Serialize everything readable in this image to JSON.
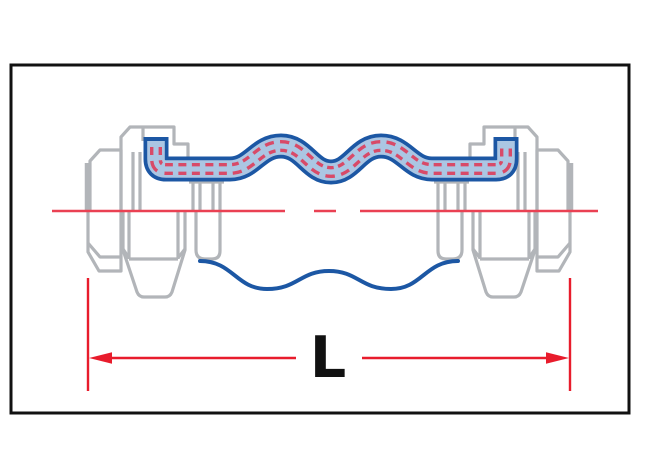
{
  "figure": {
    "type": "technical-drawing",
    "subject": "flexible-expansion-joint-half-section",
    "dimension_label": "L"
  },
  "colors": {
    "background": "#ffffff",
    "frame_black": "#111111",
    "fitting_outline_gray": "#b2b5b9",
    "bellows_outline_blue": "#1c57a4",
    "bellows_fill_blue": "#abc6e3",
    "reinforcement_dash_red": "#d84a68",
    "centerline_red": "#ea4153",
    "dimension_red": "#e81c2c"
  }
}
